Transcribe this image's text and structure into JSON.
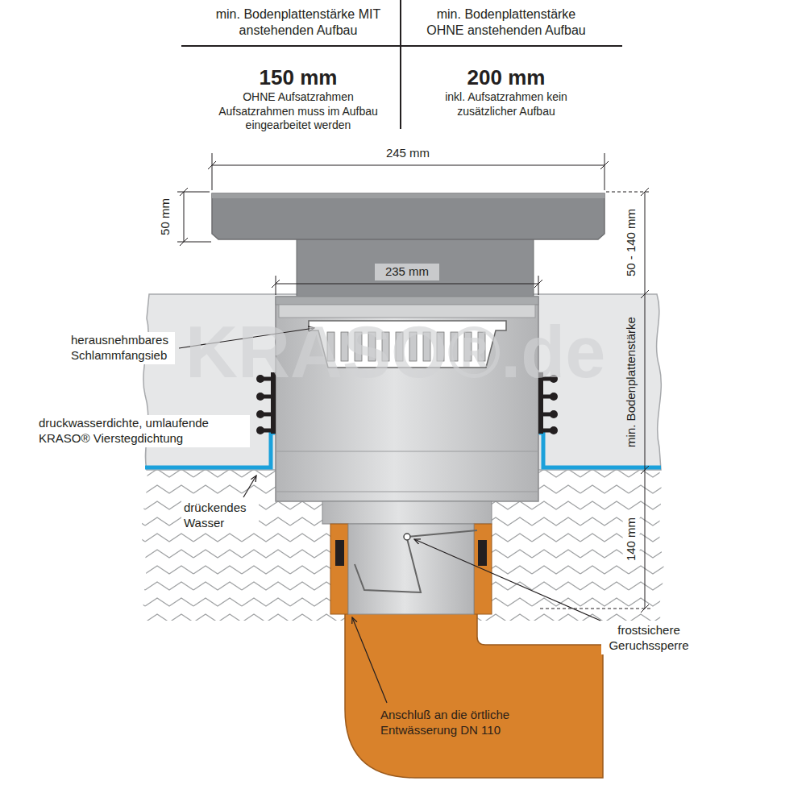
{
  "diagram": {
    "labels": [
      "min. Bodenplattenstärke MIT anstehenden Aufbau",
      "min. Bodenplattenstärke OHNE anstehenden Aufbau",
      "150 mm",
      "OHNE Aufsatzrahmen Aufsatzrahmen muss im Aufbau eingearbeitet werden",
      "200 mm",
      "inkl. Aufsatzrahmen kein zusätzlicher Aufbau",
      "245 mm",
      "50 mm",
      "235 mm",
      "50 - 140 mm",
      "min. Bodenplattenstärke",
      "140 mm",
      "herausnehmbares Schlammfangsieb",
      "druckwasserdichte, umlaufende KRASO® Vierstegdichtung",
      "drückendes Wasser",
      "frostsichere Geruchssperre",
      "Anschluß an die örtliche Entwässerung DN 110",
      "KRASO®.de"
    ]
  }
}
